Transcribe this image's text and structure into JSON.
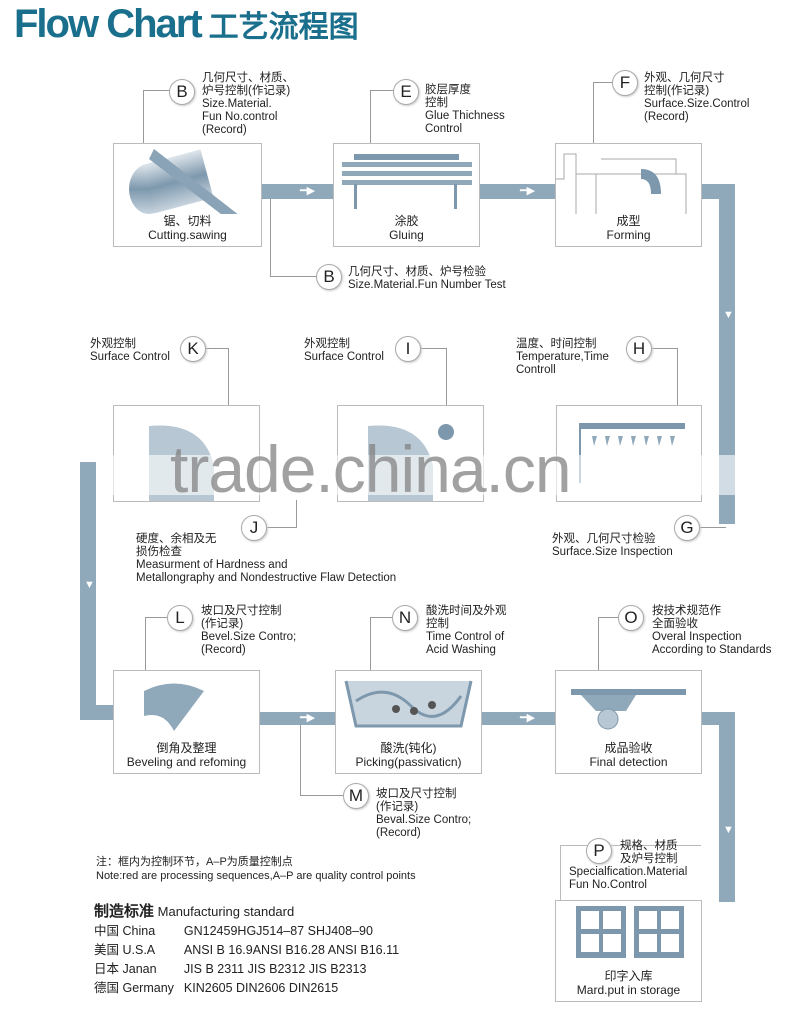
{
  "title": {
    "en": "Flow Chart",
    "zh": "工艺流程图"
  },
  "steps": {
    "cutting": {
      "zh": "锯、切料",
      "en": "Cutting.sawing"
    },
    "gluing": {
      "zh": "涂胶",
      "en": "Gluing"
    },
    "forming": {
      "zh": "成型",
      "en": "Forming"
    },
    "beveling": {
      "zh": "倒角及整理",
      "en": "Beveling and refoming"
    },
    "picking": {
      "zh": "酸洗(钝化)",
      "en": "Picking(passivaticn)"
    },
    "final": {
      "zh": "成品验收",
      "en": "Final detection"
    },
    "storage": {
      "zh": "印字入库",
      "en": "Mard.put in storage"
    }
  },
  "points": {
    "b1": {
      "letter": "B",
      "lines": [
        "几何尺寸、材质、",
        "炉号控制(作记录)",
        "Size.Material.",
        "Fun No.control",
        "(Record)"
      ]
    },
    "e": {
      "letter": "E",
      "lines": [
        "胶层厚度",
        "控制",
        "Glue Thichness",
        "Control"
      ]
    },
    "f": {
      "letter": "F",
      "lines": [
        "外观、几何尺寸",
        "控制(作记录)",
        "Surface.Size.Control",
        "(Record)"
      ]
    },
    "b2": {
      "letter": "B",
      "lines": [
        "几何尺寸、材质、炉号检验",
        "Size.Material.Fun Number Test"
      ]
    },
    "k": {
      "letter": "K",
      "lines": [
        "外观控制",
        "Surface Control"
      ]
    },
    "i": {
      "letter": "I",
      "lines": [
        "外观控制",
        "Surface Control"
      ]
    },
    "h": {
      "letter": "H",
      "lines": [
        "温度、时间控制",
        "Temperature,Time",
        "Controll"
      ]
    },
    "j": {
      "letter": "J",
      "lines": [
        "硬度、余相及无",
        "损伤检查",
        "Measurment of Hardness and",
        "Metallongraphy and Nondestructive Flaw Detection"
      ]
    },
    "g": {
      "letter": "G",
      "lines": [
        "外观、几何尺寸检验",
        "Surface.Size Inspection"
      ]
    },
    "l": {
      "letter": "L",
      "lines": [
        "坡口及尺寸控制",
        "(作记录)",
        "Bevel.Size Contro;",
        "(Record)"
      ]
    },
    "n": {
      "letter": "N",
      "lines": [
        "酸洗时间及外观",
        "控制",
        "Time Control of",
        "Acid Washing"
      ]
    },
    "o": {
      "letter": "O",
      "lines": [
        "按技术规范作",
        "全面验收",
        "Overal Inspection",
        "According to Standards"
      ]
    },
    "m": {
      "letter": "M",
      "lines": [
        "坡口及尺寸控制",
        "(作记录)",
        "Beval.Size Contro;",
        "(Record)"
      ]
    },
    "p": {
      "letter": "P",
      "lines": [
        "规格、材质",
        "及炉号控制",
        "Specialfication.Material",
        "Fun No.Control"
      ]
    }
  },
  "watermark": "trade.china.cn",
  "note": {
    "zh": "注：框内为控制环节，A–P为质量控制点",
    "en": "Note:red are processing sequences,A–P are quality control points"
  },
  "standard": {
    "heading_zh": "制造标准",
    "heading_en": "Manufacturing standard",
    "rows": [
      {
        "zh": "中国",
        "country": "China",
        "codes": "GN12459HGJ514–87  SHJ408–90"
      },
      {
        "zh": "美国",
        "country": "U.S.A",
        "codes": "ANSI B 16.9ANSI B16.28 ANSI B16.11"
      },
      {
        "zh": "日本",
        "country": "Janan",
        "codes": "JIS B 2311 JIS B2312 JIS B2313"
      },
      {
        "zh": "德国",
        "country": "Germany",
        "codes": "KIN2605 DIN2606 DIN2615"
      }
    ]
  },
  "colors": {
    "brand": "#1a6f8c",
    "connector": "#8fa9bb"
  }
}
